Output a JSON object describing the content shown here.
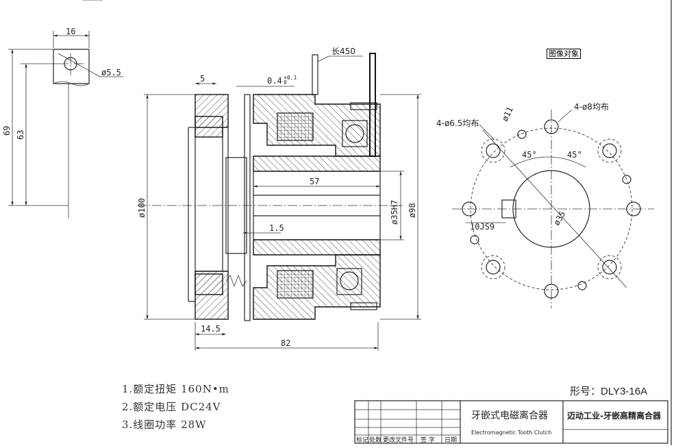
{
  "object_label": "图像对象",
  "dimensions": {
    "bracket_width": "16",
    "bracket_hole": "ø5.5",
    "bracket_height": "69",
    "bracket_hole_height": "63",
    "flange_width": "5",
    "gap_main": "0.4",
    "gap_tol": "+0.1",
    "gap_tol_low": "0",
    "lead_length": "长450",
    "bore_length": "57",
    "gap_small": "1.5",
    "bore_dia": "ø35H7",
    "outer_dia": "ø98",
    "big_dia": "ø100",
    "offset": "14.5",
    "total_length": "82"
  },
  "front_view": {
    "holes_65": "4-ø6.5均布",
    "holes_8": "4-ø8均布",
    "dia_11": "ø11",
    "angle_a": "45°",
    "angle_b": "45°",
    "keyway": "10JS9",
    "bore": "ø35"
  },
  "notes": [
    "1.额定扭矩 160N•m",
    "2.额定电压 DC24V",
    "3.线圈功率 28W"
  ],
  "model": "形号：DLY3-16A",
  "title_block": {
    "name_cn": "牙嵌式电磁离合器",
    "name_en": "Electromagnetic Tooth Clutch",
    "company": "迈动工业-牙嵌高精离合器",
    "header_1": "标记",
    "header_2": "处数",
    "header_3": "更改文件号",
    "header_4": "签 字",
    "header_5": "日期"
  }
}
